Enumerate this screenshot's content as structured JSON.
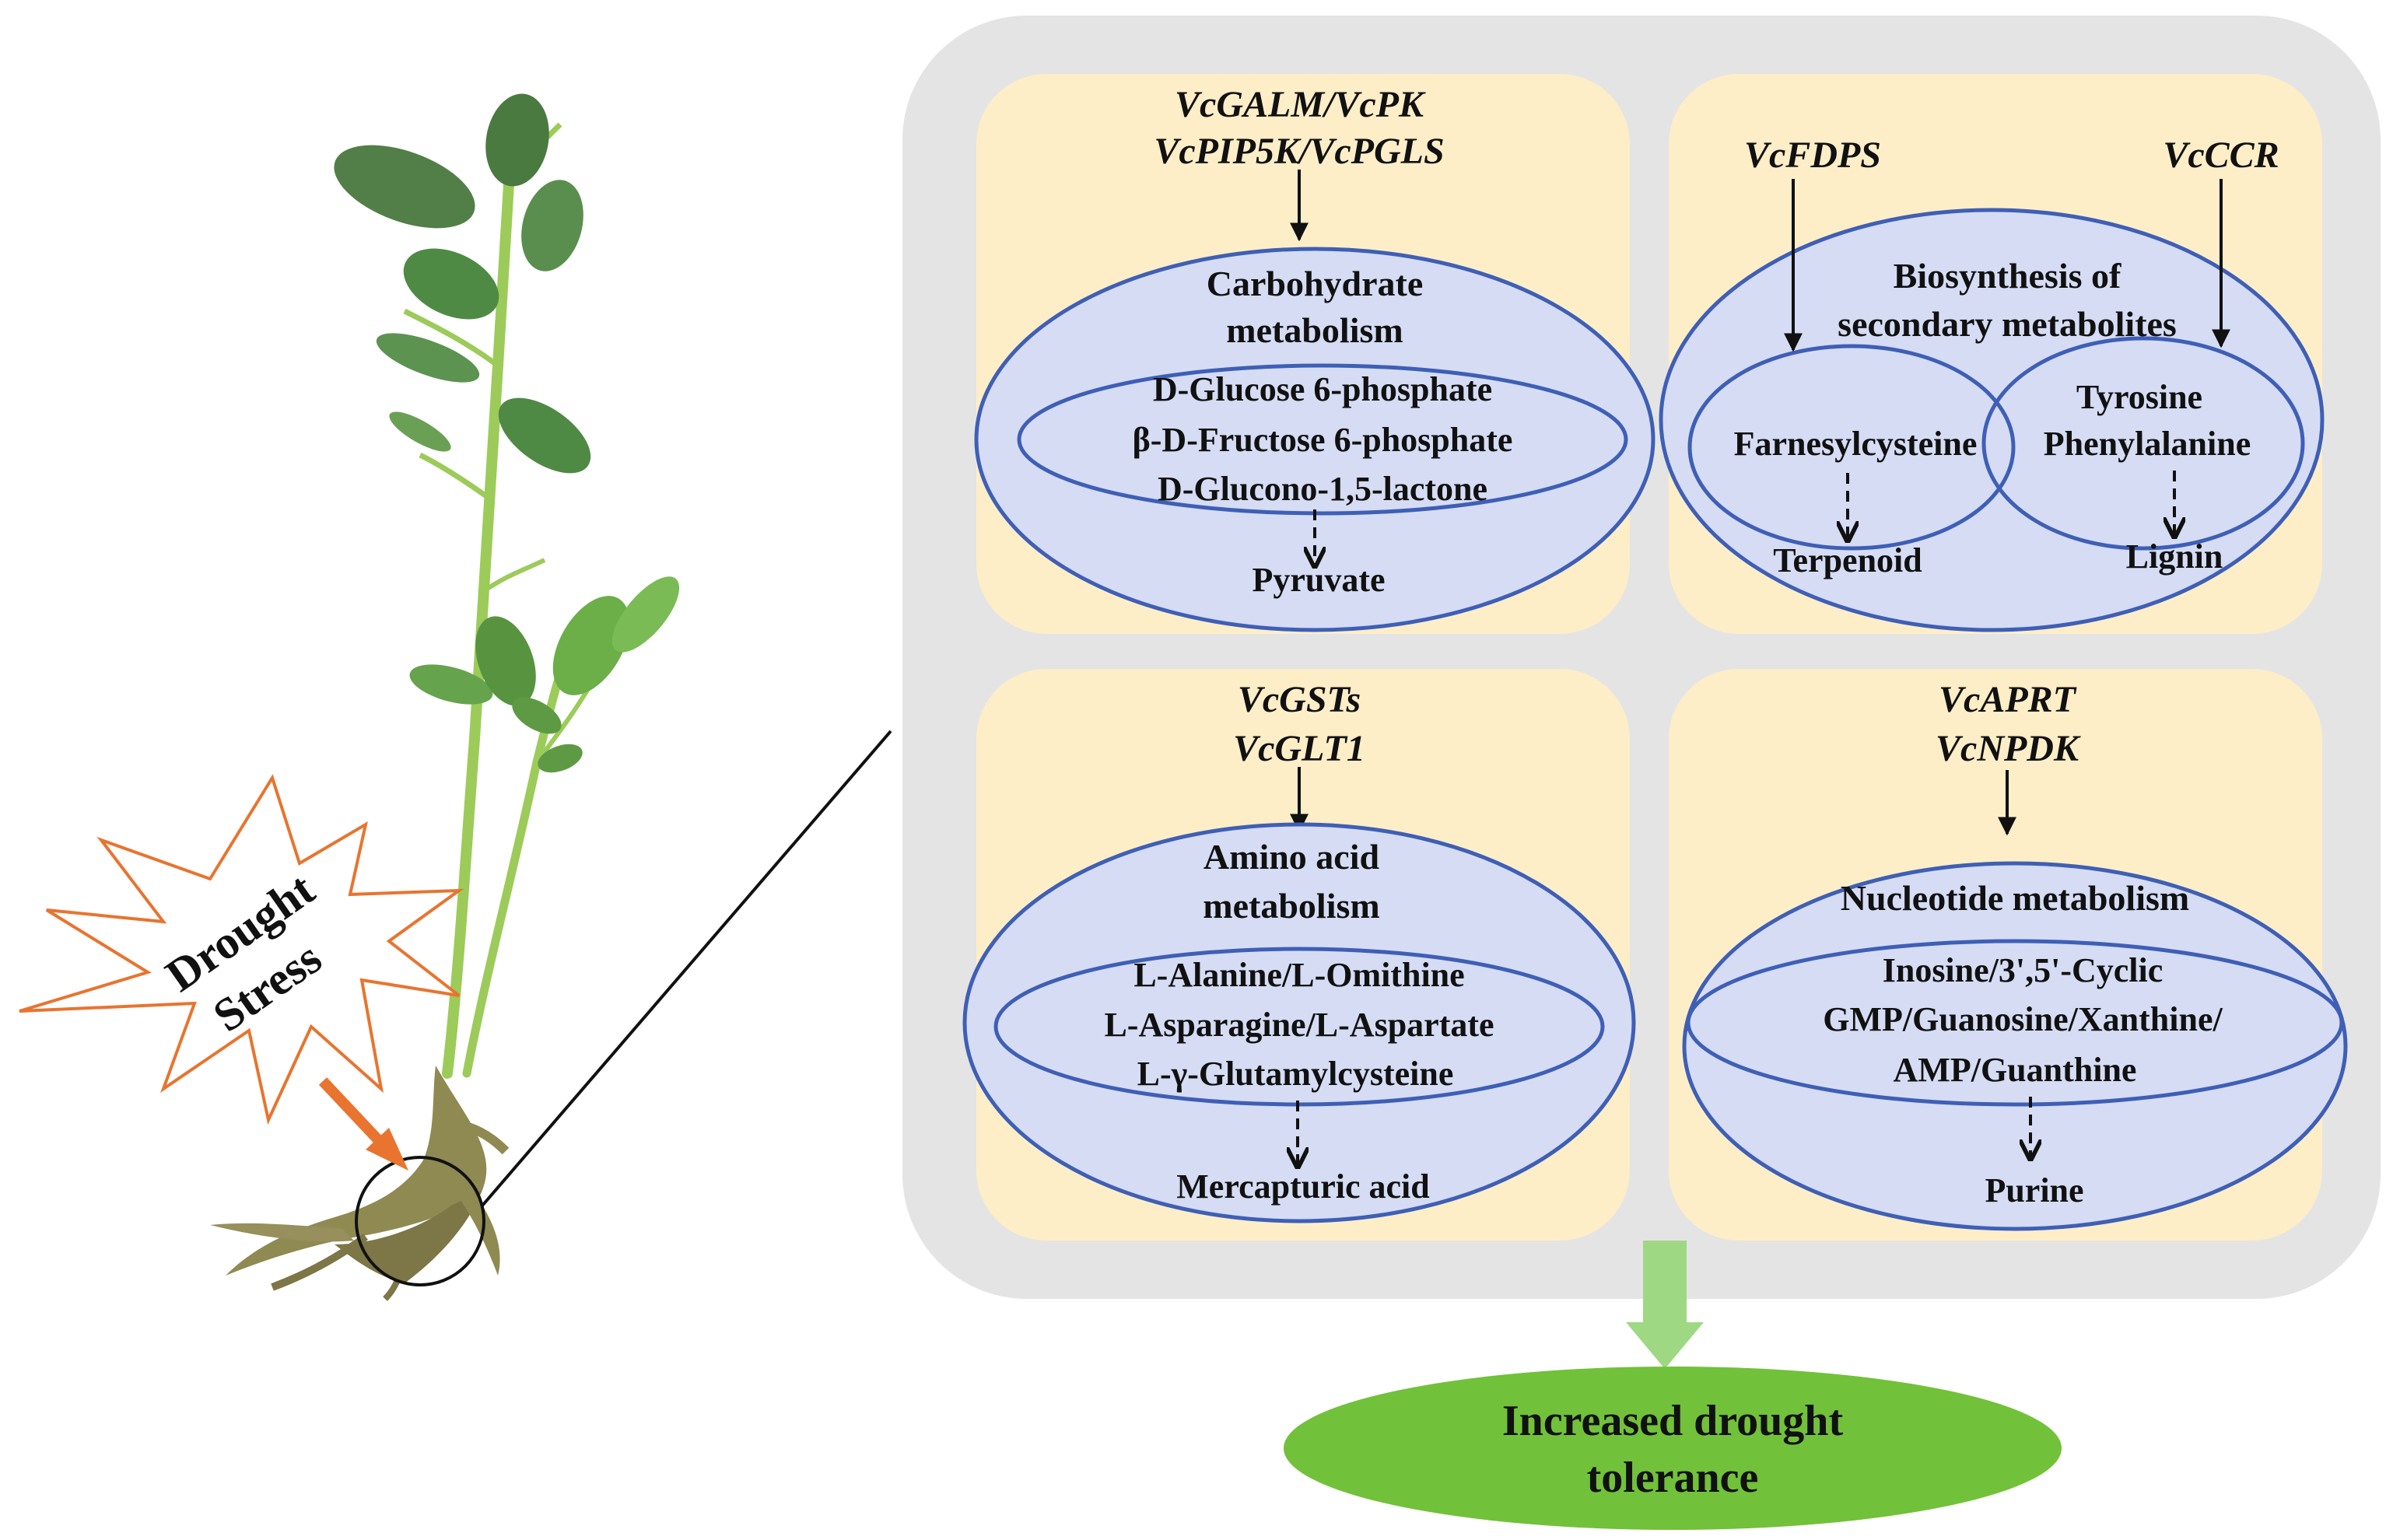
{
  "stress_label": {
    "line1": "Drought",
    "line2": "Stress"
  },
  "panels": {
    "carbohydrate": {
      "genes": [
        "VcGALM/VcPK",
        "VcPIP5K/VcPGLS"
      ],
      "pathway": [
        "Carbohydrate",
        "metabolism"
      ],
      "metabolites": [
        "D-Glucose 6-phosphate",
        "β-D-Fructose 6-phosphate",
        "D-Glucono-1,5-lactone"
      ],
      "product": "Pyruvate"
    },
    "secondary": {
      "gene_left": "VcFDPS",
      "gene_right": "VcCCR",
      "pathway": [
        "Biosynthesis of",
        "secondary metabolites"
      ],
      "left_metabolite": "Farnesylcysteine",
      "right_metabolites": [
        "Tyrosine",
        "Phenylalanine"
      ],
      "left_product": "Terpenoid",
      "right_product": "Lignin"
    },
    "amino_acid": {
      "genes": [
        "VcGSTs",
        "VcGLT1"
      ],
      "pathway": [
        "Amino acid",
        "metabolism"
      ],
      "metabolites": [
        "L-Alanine/L-Omithine",
        "L-Asparagine/L-Aspartate",
        "L-γ-Glutamylcysteine"
      ],
      "product": "Mercapturic acid"
    },
    "nucleotide": {
      "genes": [
        "VcAPRT",
        "VcNPDK"
      ],
      "pathway": [
        "Nucleotide metabolism"
      ],
      "metabolites": [
        "Inosine/3',5'-Cyclic",
        "GMP/Guanosine/Xanthine/",
        "AMP/Guanthine"
      ],
      "product": "Purine"
    }
  },
  "outcome": [
    "Increased drought",
    "tolerance"
  ],
  "colors": {
    "container": "#e4e4e4",
    "panel": "#fdeec8",
    "ellipse_fill": "#d5dcf4",
    "ellipse_stroke": "#3f5fb6",
    "outcome_fill": "#72c13a",
    "outcome_arrow": "#9fd882",
    "stress_orange": "#e8742f",
    "stem": "#9ccb5a",
    "leaf": "#4f8a45",
    "root": "#8f8a52"
  }
}
